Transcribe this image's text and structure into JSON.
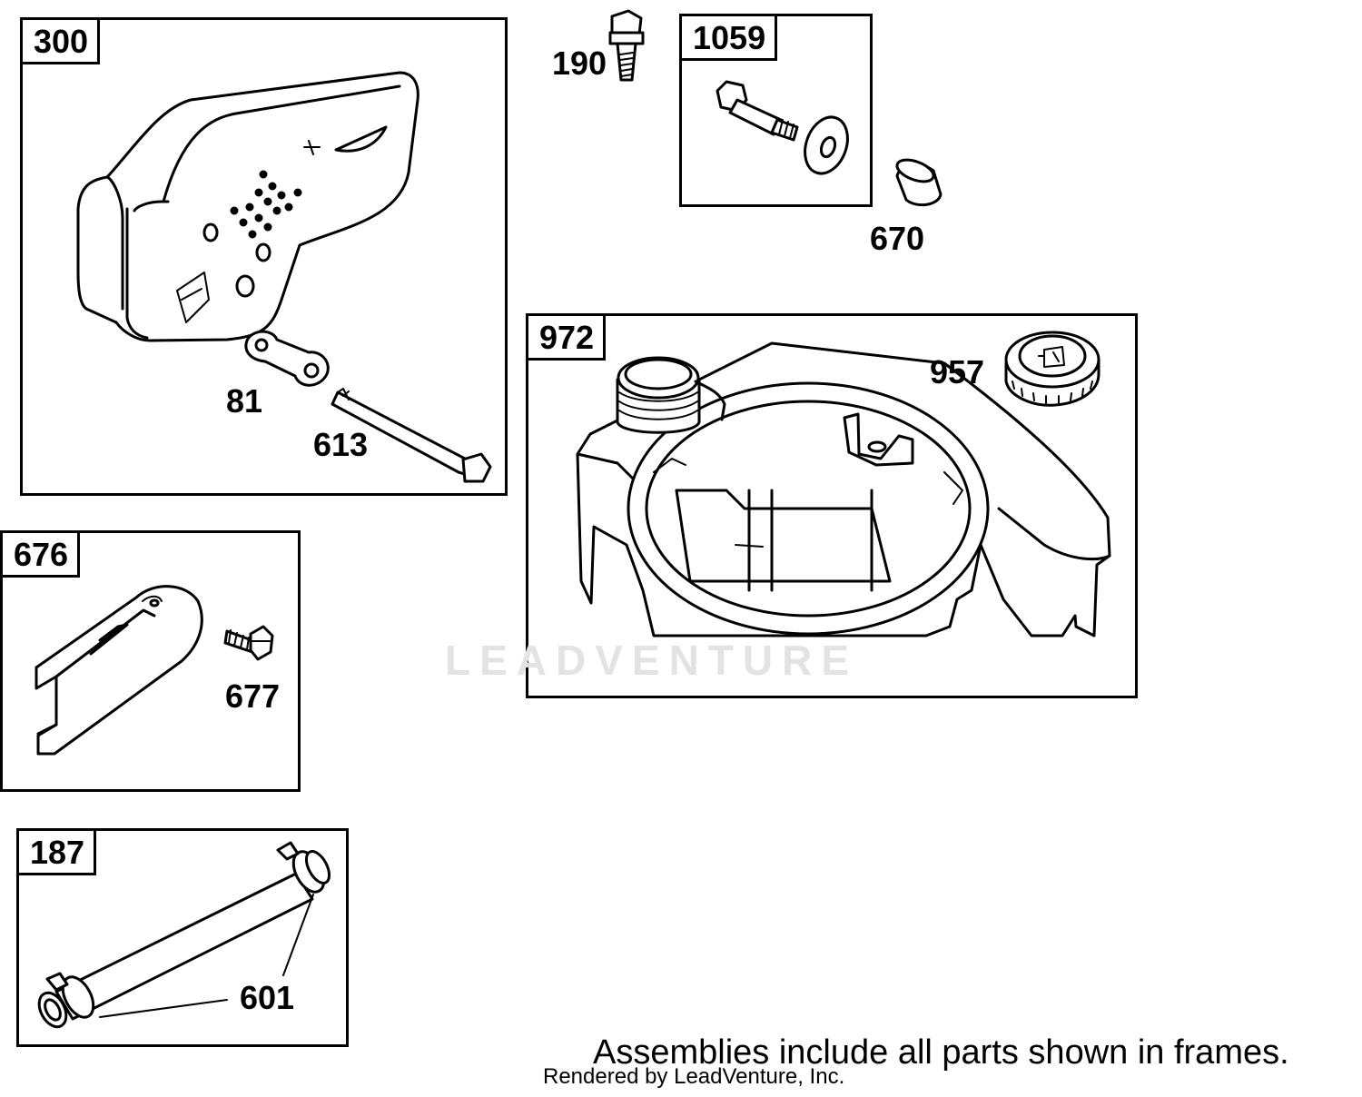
{
  "frames": [
    {
      "id": "frame-300",
      "label": "300"
    },
    {
      "id": "frame-1059",
      "label": "1059"
    },
    {
      "id": "frame-972",
      "label": "972"
    },
    {
      "id": "frame-676",
      "label": "676"
    },
    {
      "id": "frame-187",
      "label": "187"
    }
  ],
  "callouts": {
    "p81": "81",
    "p613": "613",
    "p190": "190",
    "p670": "670",
    "p957": "957",
    "p677": "677",
    "p601": "601"
  },
  "watermark": "LEADVENTURE",
  "footer": {
    "note": "Assemblies include all parts shown in frames.",
    "credit": "Rendered by LeadVenture, Inc."
  },
  "icons": [
    "muffler-icon",
    "bolt-icon",
    "washer-icon",
    "spacer-icon",
    "fuel-tank-icon",
    "fuel-cap-icon",
    "heat-shield-icon",
    "screw-icon",
    "hose-icon",
    "clamp-icon"
  ]
}
